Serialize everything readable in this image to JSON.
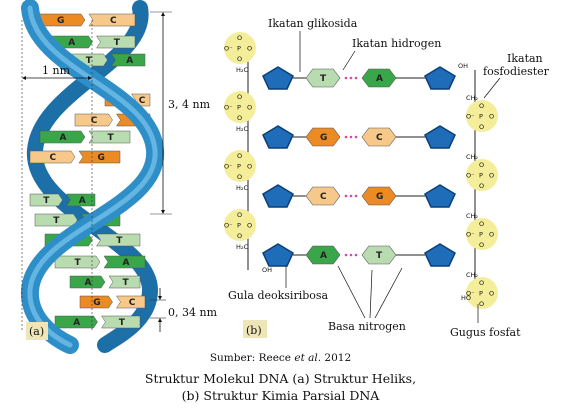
{
  "panel_a": {
    "label": "(a)",
    "width_label": "1 nm",
    "pitch_label": "3, 4 nm",
    "step_label": "0, 34 nm",
    "pairs": [
      {
        "left": "G",
        "right": "C"
      },
      {
        "left": "A",
        "right": "T"
      },
      {
        "left": "T",
        "right": "A"
      },
      {
        "left": "G",
        "right": "C"
      },
      {
        "left": "C",
        "right": "G"
      },
      {
        "left": "A",
        "right": "T"
      },
      {
        "left": "C",
        "right": "G"
      },
      {
        "left": "T",
        "right": "A"
      },
      {
        "left": "T",
        "right": "A"
      },
      {
        "left": "A",
        "right": "T"
      },
      {
        "left": "T",
        "right": "A"
      },
      {
        "left": "A",
        "right": "T"
      },
      {
        "left": "G",
        "right": "C"
      },
      {
        "left": "A",
        "right": "T"
      }
    ]
  },
  "panel_b": {
    "label": "(b)",
    "annotations": {
      "glycosidic": "Ikatan glikosida",
      "hydrogen": "Ikatan hidrogen",
      "phosphodiester_line1": "Ikatan",
      "phosphodiester_line2": "fosfodiester",
      "sugar": "Gula deoksiribosa",
      "bases": "Basa nitrogen",
      "phosphate": "Gugus fosfat"
    },
    "rows": [
      {
        "left": "T",
        "right": "A"
      },
      {
        "left": "G",
        "right": "C"
      },
      {
        "left": "C",
        "right": "G"
      },
      {
        "left": "A",
        "right": "T"
      }
    ],
    "atoms": {
      "oh": "OH",
      "h2c": "H₂C",
      "ch2": "CH₂",
      "o": "O",
      "o_minus": "O⁻",
      "p": "P",
      "ho": "HO"
    }
  },
  "caption": {
    "source_prefix": "Sumber: Reece ",
    "source_italic": "et al.",
    "source_year": " 2012",
    "line1": "Struktur Molekul DNA (a) Struktur Heliks,",
    "line2": "(b) Struktur Kimia Parsial DNA"
  },
  "colors": {
    "A": "#3aa64a",
    "T": "#b8dcb0",
    "G": "#ec8a24",
    "C": "#f6c98a",
    "backbone": "#2e8fc8",
    "backbone_dark": "#1d6fa8",
    "sugar": "#1f6cb8",
    "phosphate": "#f4ee9a"
  }
}
